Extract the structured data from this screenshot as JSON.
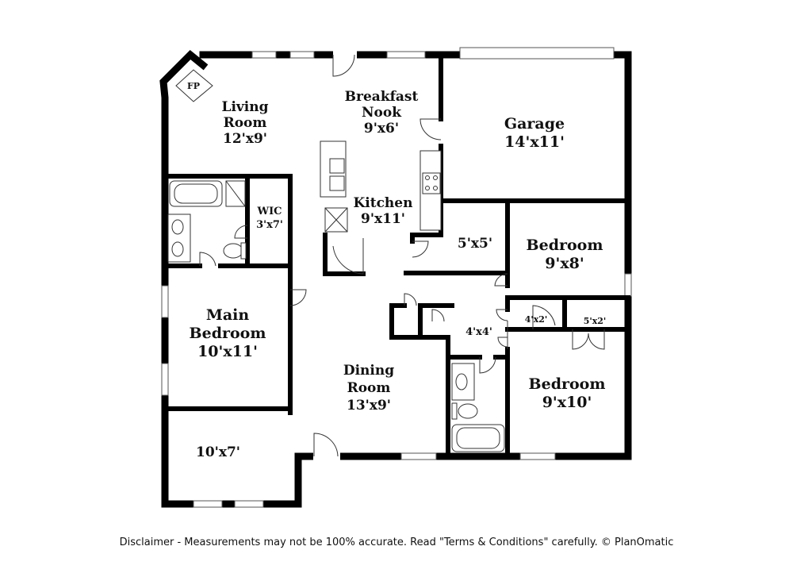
{
  "plan": {
    "fireplace_label": "FP",
    "rooms": {
      "living": {
        "name_line1": "Living",
        "name_line2": "Room",
        "dims": "12'x9'"
      },
      "breakfast": {
        "name_line1": "Breakfast",
        "name_line2": "Nook",
        "dims": "9'x6'"
      },
      "garage": {
        "name": "Garage",
        "dims": "14'x11'"
      },
      "kitchen": {
        "name": "Kitchen",
        "dims": "9'x11'"
      },
      "wic": {
        "name": "WIC",
        "dims": "3'x7'"
      },
      "storage_5x5": {
        "dims": "5'x5'"
      },
      "bedroom_upper": {
        "name": "Bedroom",
        "dims": "9'x8'"
      },
      "main_bedroom": {
        "name_line1": "Main",
        "name_line2": "Bedroom",
        "dims": "10'x11'"
      },
      "closet_4x2": {
        "dims": "4'x2'"
      },
      "closet_5x2": {
        "dims": "5'x2'"
      },
      "hall_4x4": {
        "dims": "4'x4'"
      },
      "dining": {
        "name_line1": "Dining",
        "name_line2": "Room",
        "dims": "13'x9'"
      },
      "bedroom_lower": {
        "name": "Bedroom",
        "dims": "9'x10'"
      },
      "room_10x7": {
        "dims": "10'x7'"
      }
    }
  },
  "disclaimer": "Disclaimer - Measurements may not be 100% accurate. Read \"Terms & Conditions\" carefully. © PlanOmatic"
}
